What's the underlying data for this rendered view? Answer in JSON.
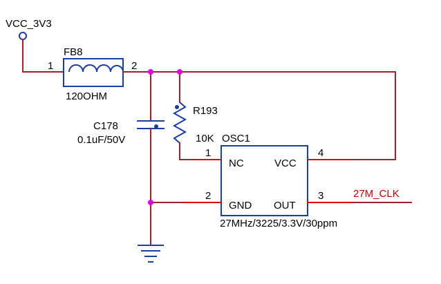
{
  "power": {
    "net_label": "VCC_3V3"
  },
  "ferrite": {
    "ref": "FB8",
    "value": "120OHM",
    "pin1": "1",
    "pin2": "2"
  },
  "capacitor": {
    "ref": "C178",
    "value": "0.1uF/50V"
  },
  "resistor": {
    "ref": "R193",
    "value": "10K"
  },
  "oscillator": {
    "ref": "OSC1",
    "pins": {
      "nc": "NC",
      "vcc": "VCC",
      "gnd": "GND",
      "out": "OUT"
    },
    "pin_numbers": {
      "nc": "1",
      "gnd": "2",
      "out": "3",
      "vcc": "4"
    },
    "value": "27MHz/3225/3.3V/30ppm"
  },
  "output_net": {
    "label": "27M_CLK"
  },
  "colors": {
    "wire": "#a0202c",
    "pin": "#e00000",
    "junction": "#e000e0",
    "component": "#1a3ea0",
    "text": "#000000",
    "net_label": "#c00000"
  }
}
